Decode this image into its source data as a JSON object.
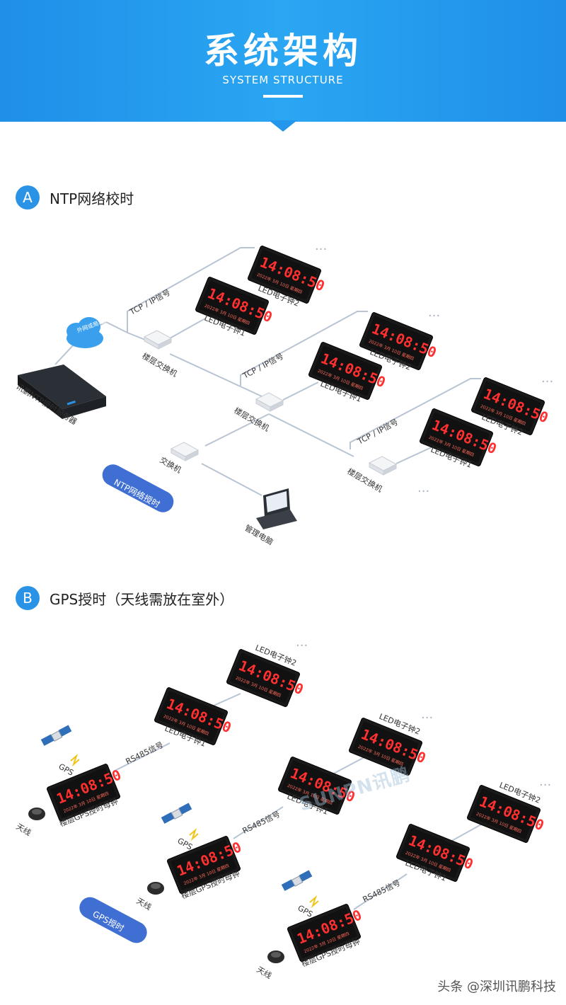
{
  "header": {
    "title": "系统架构",
    "subtitle": "SYSTEM STRUCTURE"
  },
  "section_a": {
    "badge": "A",
    "title": "NTP网络校时",
    "cloud_label": "外网或局域网",
    "server_label": "讯鹏NTP授时服务器",
    "signal_label": "TCP / IP信号",
    "floor_switch_label": "楼层交换机",
    "switch_label": "交换机",
    "computer_label": "管理电脑",
    "pill_label": "NTP网络授时",
    "clock1_label": "LED电子钟1",
    "clock2_label": "LED电子钟2",
    "ellipsis": "···"
  },
  "section_b": {
    "badge": "B",
    "title": "GPS授时（天线需放在室外）",
    "gps_label": "GPS",
    "antenna_label": "天线",
    "master_clock_label": "楼层GPS授时母钟",
    "signal_label": "RS485信号",
    "pill_label": "GPS授时",
    "clock1_label": "LED电子钟1",
    "clock2_label": "LED电子钟2",
    "ellipsis": "···"
  },
  "clock": {
    "time": "14:08:50",
    "subline": "2022年 3月 10日 星期四"
  },
  "colors": {
    "banner": "#2497ec",
    "accent": "#2a93e6",
    "led": "#ff3030",
    "panel": "#1a1a1a",
    "pill": "#3f6fd3",
    "line": "#b9c4d3"
  },
  "watermarks": {
    "center": "SUNPN讯鹏",
    "corner": "头条 @深圳讯鹏科技"
  }
}
